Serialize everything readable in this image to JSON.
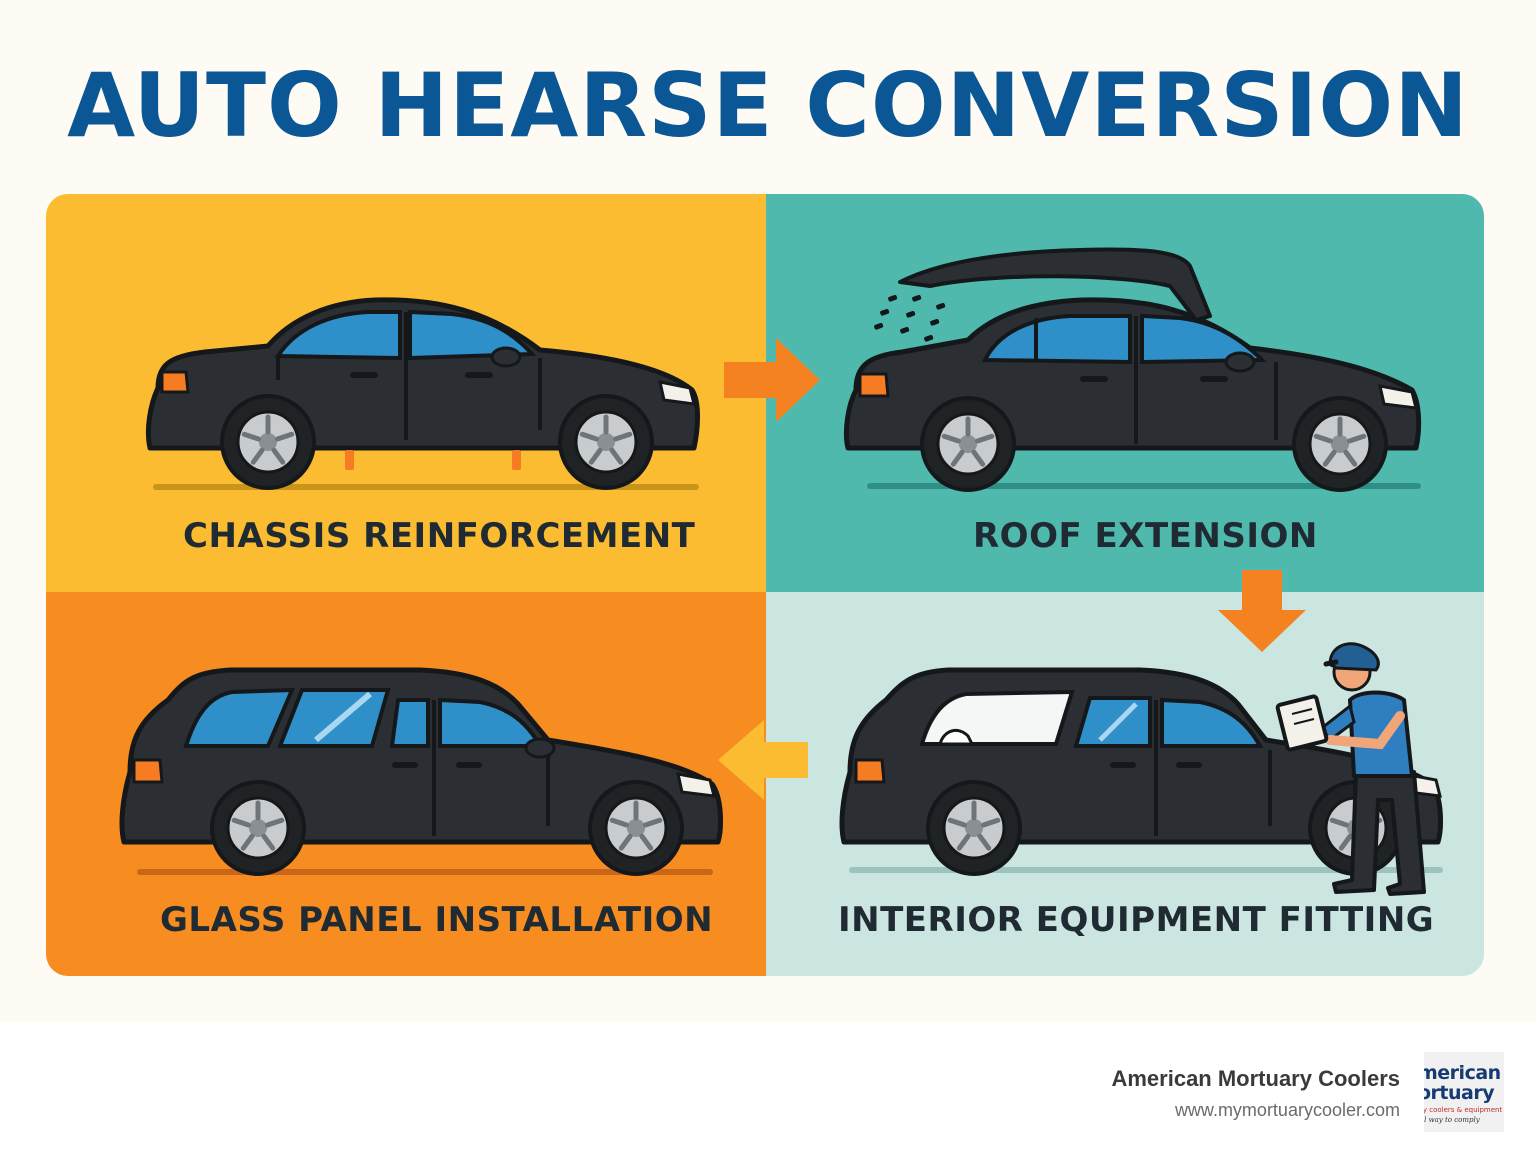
{
  "title": "AUTO HEARSE CONVERSION",
  "steps": [
    {
      "label": "CHASSIS REINFORCEMENT",
      "color": "#fbbc31"
    },
    {
      "label": "ROOF EXTENSION",
      "color": "#4fb9ae"
    },
    {
      "label": "GLASS PANEL INSTALLATION",
      "color": "#f78d21"
    },
    {
      "label": "INTERIOR EQUIPMENT FITTING",
      "color": "#cbe6e1"
    }
  ],
  "flow": [
    "right-arrow",
    "down-arrow",
    "left-arrow"
  ],
  "footer": {
    "company": "American Mortuary Coolers",
    "url": "www.mymortuarycooler.com",
    "logo_line1": "merican",
    "logo_line2": "ortuary",
    "logo_line3": "ry coolers & equipment",
    "logo_line4": "al way to comply"
  },
  "colors": {
    "title": "#0b5694",
    "car_body": "#2b2f33",
    "window": "#2f8fc8",
    "arrow": "#f58220"
  }
}
